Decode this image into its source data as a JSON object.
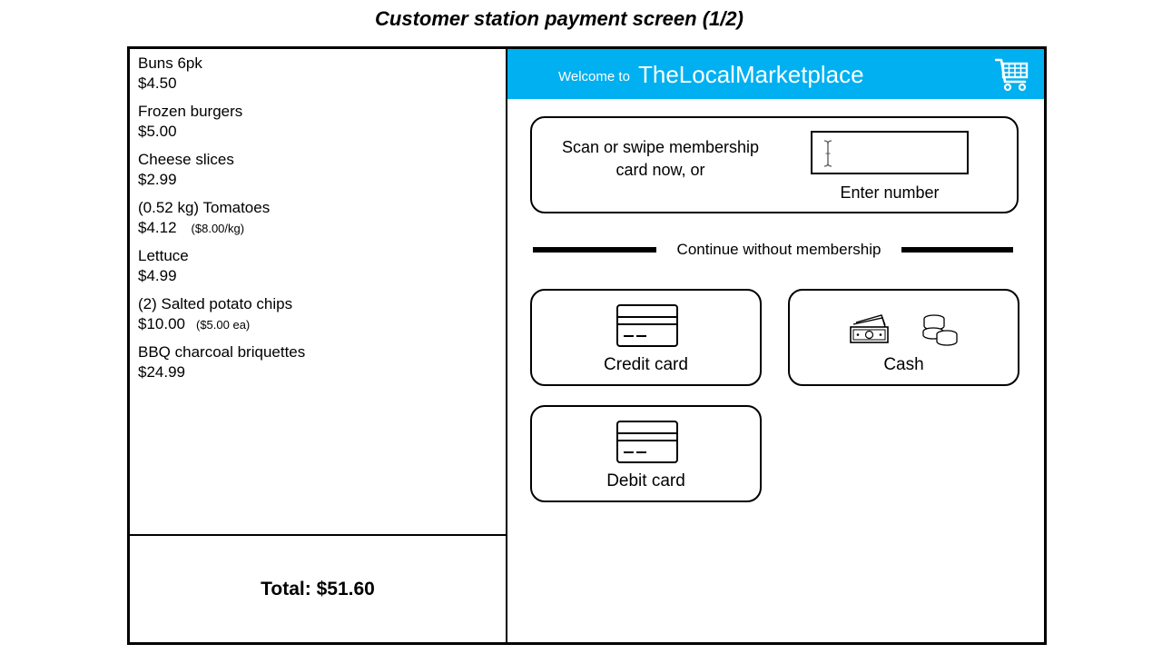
{
  "page_title": "Customer station payment screen (1/2)",
  "receipt": {
    "items": [
      {
        "name": "Buns 6pk",
        "price": "$4.50",
        "unit": ""
      },
      {
        "name": "Frozen burgers",
        "price": "$5.00",
        "unit": ""
      },
      {
        "name": "Cheese slices",
        "price": "$2.99",
        "unit": ""
      },
      {
        "name": "(0.52 kg) Tomatoes",
        "price": "$4.12",
        "unit": "($8.00/kg)"
      },
      {
        "name": "Lettuce",
        "price": "$4.99",
        "unit": ""
      },
      {
        "name": "(2) Salted potato chips",
        "price": "$10.00",
        "unit": "($5.00 ea)"
      },
      {
        "name": "BBQ charcoal briquettes",
        "price": "$24.99",
        "unit": ""
      }
    ],
    "total": "Total: $51.60"
  },
  "banner": {
    "welcome": "Welcome to",
    "store_name": "TheLocalMarketplace",
    "icon": "shopping-cart-icon",
    "color": "#00b0f0"
  },
  "membership": {
    "prompt": "Scan or swipe membership card now, or",
    "input_value": "",
    "enter_label": "Enter number"
  },
  "continue_text": "Continue without membership",
  "payment_buttons": {
    "credit": {
      "label": "Credit card",
      "icon": "credit-card-icon"
    },
    "cash": {
      "label": "Cash",
      "icons": [
        "cash-bill-icon",
        "coins-icon"
      ]
    },
    "debit": {
      "label": "Debit card",
      "icon": "debit-card-icon"
    }
  }
}
